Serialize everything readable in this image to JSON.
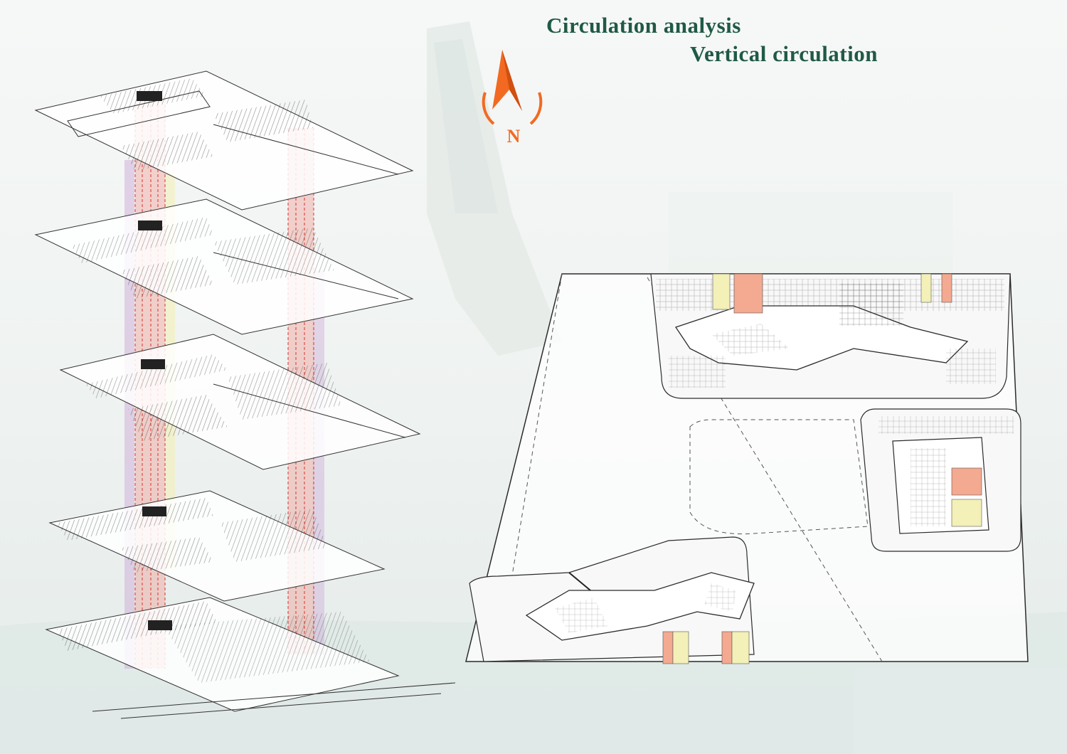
{
  "title": "Circulation analysis",
  "subtitle": "Vertical circulation",
  "north_arrow": {
    "label": "N",
    "icon": "north-arrow-icon",
    "color": "#f26a22"
  },
  "colors": {
    "title": "#1f5a45",
    "elevator_core": "#f4a991",
    "stair_core": "#f3f0b8",
    "shaft_red": "#f28a80",
    "shaft_purple": "#c9a4d8",
    "linework": "#2b2b2b"
  },
  "axonometric": {
    "floor_count": 5
  },
  "floor_plan": {
    "core_count": 10
  }
}
